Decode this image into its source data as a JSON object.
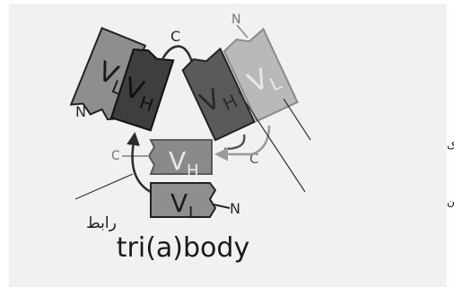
{
  "domains": {
    "vl": "V",
    "vl_sub": "L",
    "vh": "V",
    "vh_sub": "H"
  },
  "termini": {
    "n": "N",
    "c": "C"
  },
  "labels": {
    "light_chain": "قسمت متغییر زنجیره سبک",
    "heavy_chain": "قسمت متغییر زنجیره سنگین",
    "linker": "رابط",
    "title": "tri(a)body"
  },
  "colors": {
    "background_panel": "#f1f1f1",
    "vl_dark": "#7a7a7a",
    "vl_mid": "#8e8e8e",
    "vl_light": "#b9b9b9",
    "vh_dark": "#3e3e3e",
    "vh_mid": "#5a5a5a",
    "vh_light": "#8a8a8a",
    "stroke": "#222222",
    "text_light": "#e9e9e9"
  }
}
